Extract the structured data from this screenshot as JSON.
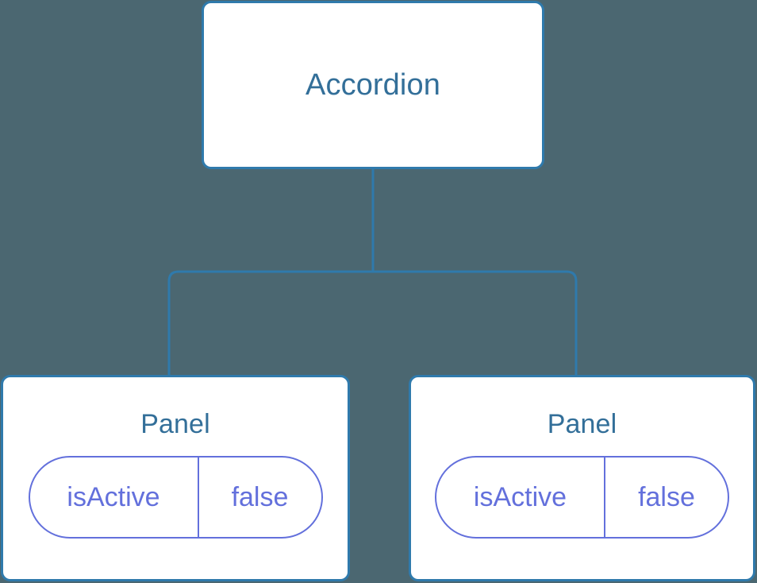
{
  "diagram": {
    "type": "component-tree",
    "background_color": "#4b6771",
    "node_border_color": "#2f7aac",
    "node_fill_color": "#ffffff",
    "node_title_color": "#336f99",
    "state_pill_color": "#6370dc",
    "connector_color": "#2f7aac",
    "root": {
      "title": "Accordion"
    },
    "children": [
      {
        "title": "Panel",
        "state": {
          "key": "isActive",
          "value": "false"
        }
      },
      {
        "title": "Panel",
        "state": {
          "key": "isActive",
          "value": "false"
        }
      }
    ]
  }
}
